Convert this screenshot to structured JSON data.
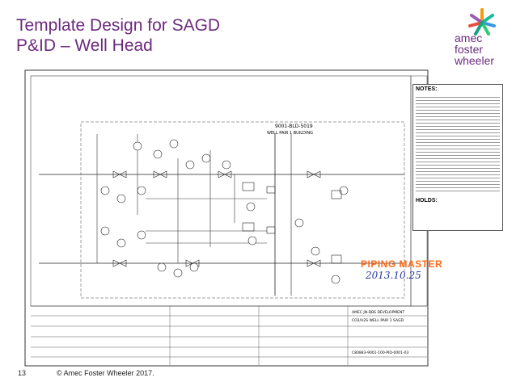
{
  "slide": {
    "title_line1": "Template Design for SAGD",
    "title_line2": "P&ID – Well Head",
    "page_number": "13",
    "copyright": "© Amec Foster Wheeler 2017."
  },
  "logo": {
    "text_line1": "amec",
    "text_line2": "foster",
    "text_line3": "wheeler",
    "colors": [
      "#f39c12",
      "#1abc9c",
      "#3498db",
      "#9b59b6",
      "#e74c3c"
    ]
  },
  "drawing": {
    "tag_building": "9001-BLD-5019",
    "building_label": "WELL PAIR 1 BUILDING",
    "notes_header": "NOTES:",
    "holds_header": "HOLDS:",
    "stamp_text": "PIPING MASTER",
    "signature_text": "2013.10.25",
    "title_block_line1": "AMEC JN-DBS DEVELOPMENT",
    "title_block_line2": "CO2/H2S WELL PAIR 1 SAGD",
    "drawing_number": "C80883-9001-100-PID-0001-03"
  },
  "colors": {
    "title": "#6b2a7d",
    "stamp": "#ff6a1a",
    "signature": "#2a3aa0"
  }
}
